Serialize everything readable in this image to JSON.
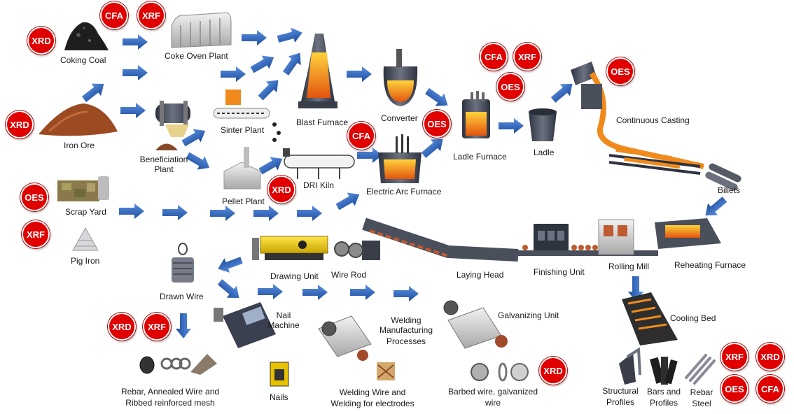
{
  "colors": {
    "badge": "#e00000",
    "arrow": "#2f64b8",
    "molten": "#f08a1c",
    "steel": "#4a4f5c"
  },
  "badge_labels": {
    "xrd": "XRD",
    "xrf": "XRF",
    "cfa": "CFA",
    "oes": "OES"
  },
  "nodes": {
    "coking_coal": "Coking Coal",
    "coke_oven_plant": "Coke Oven Plant",
    "iron_ore": "Iron Ore",
    "beneficiation_plant_1": "Beneficiation",
    "beneficiation_plant_2": "Plant",
    "sinter_plant": "Sinter Plant",
    "blast_furnace": "Blast Furnace",
    "converter": "Converter",
    "ladle_furnace": "Ladle Furnace",
    "ladle": "Ladle",
    "continuous_casting": "Continuous Casting",
    "billets": "Billets",
    "dri_kiln": "DRI Kiln",
    "pellet_plant": "Pellet Plant",
    "electric_arc_furnace": "Electric Arc Furnace",
    "scrap_yard": "Scrap Yard",
    "pig_iron": "Pig Iron",
    "reheating_furnace": "Reheating Furnace",
    "rolling_mill": "Rolling Mill",
    "finishing_unit": "Finishing Unit",
    "laying_head": "Laying Head",
    "wire_rod": "Wire Rod",
    "drawing_unit": "Drawing Unit",
    "drawn_wire": "Drawn Wire",
    "nail_machine_1": "Nail",
    "nail_machine_2": "Machine",
    "welding_mfg_1": "Welding",
    "welding_mfg_2": "Manufacturing",
    "welding_mfg_3": "Processes",
    "galvanizing_unit": "Galvanizing Unit",
    "cooling_bed": "Cooling Bed",
    "rebar_annealed_1": "Rebar, Annealed Wire and",
    "rebar_annealed_2": "Ribbed reinforced mesh",
    "nails": "Nails",
    "welding_wire_1": "Welding Wire and",
    "welding_wire_2": "Welding for electrodes",
    "barbed_wire_1": "Barbed wire, galvanized",
    "barbed_wire_2": "wire",
    "structural_1": "Structural",
    "structural_2": "Profiles",
    "bars_1": "Bars and",
    "bars_2": "Profiles",
    "rebar_steel_1": "Rebar",
    "rebar_steel_2": "Steel"
  }
}
